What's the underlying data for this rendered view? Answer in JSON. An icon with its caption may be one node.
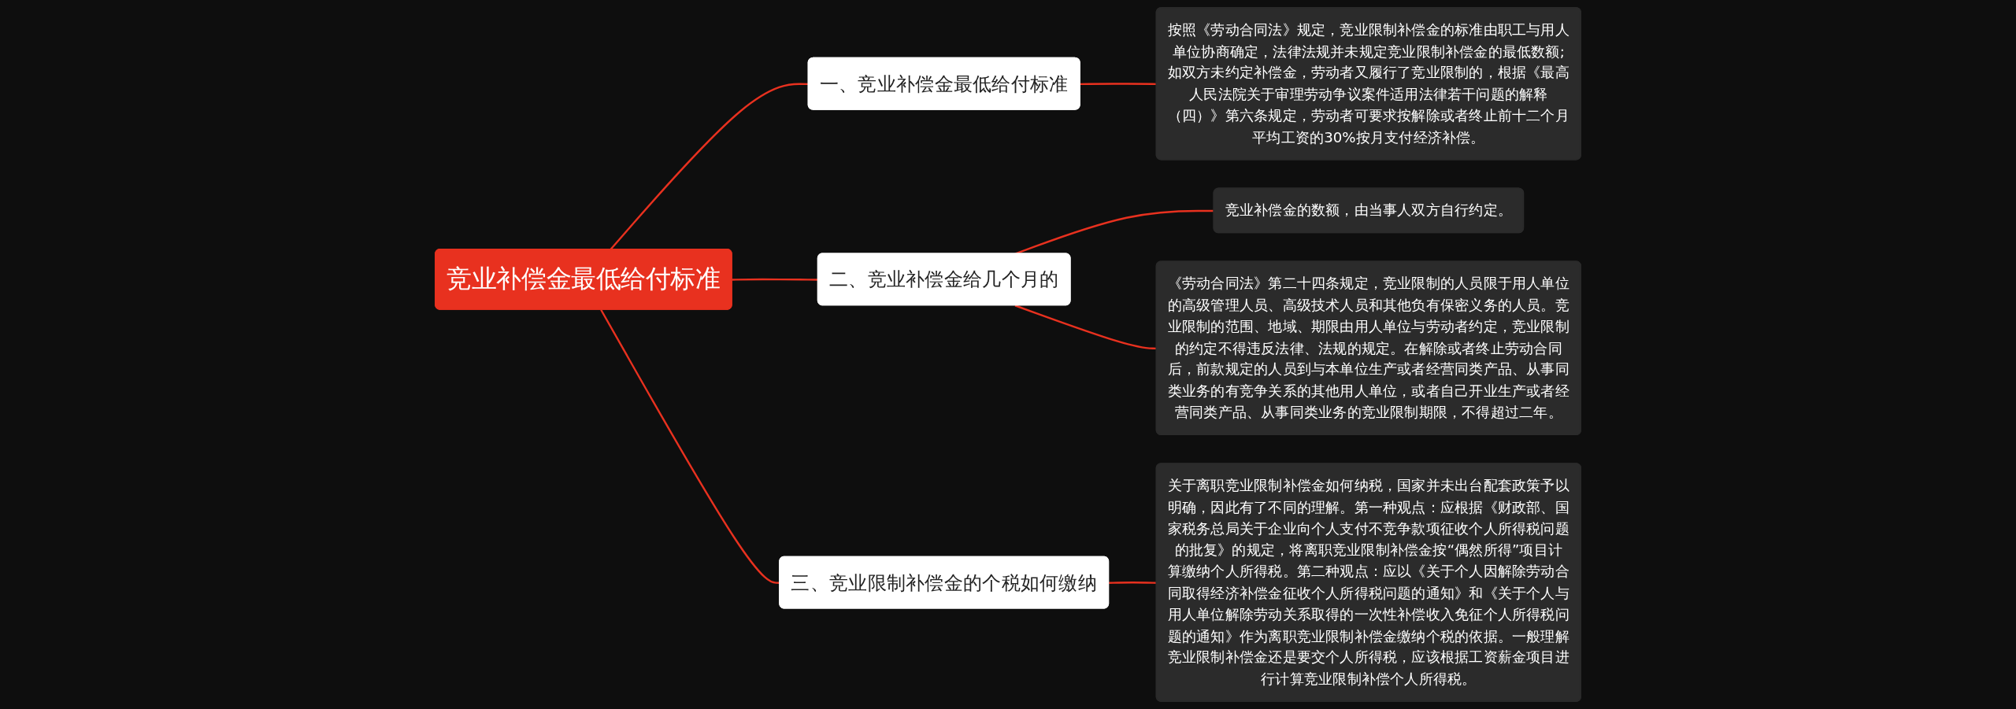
{
  "diagram": {
    "nodes": [
      {
        "text": [
          "竞业补偿金最低给付标准"
        ]
      },
      {
        "text": [
          "一、竞业补偿金最低给付标准"
        ]
      },
      {
        "text": [
          "按照《劳动合同法》规定，竞业限制补偿金的标准由职工与用人单位协商确定，法律法规并未规定竞业限制补偿金的最低数额;如双方未约定补偿金，劳动者又履行了竞业限制的，根据《最高人民法院关于审理劳动争议案件适用法律若干问题的解释（四）》第六条规定，劳动者可要求按解除或者终止前十二个月平均工资的30%按月支付经济补偿。"
        ]
      },
      {
        "text": [
          "二、竞业补偿金给几个月的"
        ]
      },
      {
        "text": [
          "竞业补偿金的数额，由当事人双方自行约定。"
        ]
      },
      {
        "text": [
          "《劳动合同法》第二十四条规定，竞业限制的人员限于用人单位的高级管理人员、高级技术人员和其他负有保密义务的人员。竞业限制的范围、地域、期限由用人单位与劳动者约定，竞业限制的约定不得违反法律、法规的规定。在解除或者终止劳动合同后，前款规定的人员到与本单位生产或者经营同类产品、从事同类业务的有竞争关系的其他用人单位，或者自己开业生产或者经营同类产品、从事同类业务的竞业限制期限，不得超过二年。"
        ]
      },
      {
        "text": [
          "三、竞业限制补偿金的个税如何缴纳"
        ]
      },
      {
        "text": [
          "关于离职竞业限制补偿金如何纳税，国家并未出台配套政策予以明确，因此有了不同的理解。第一种观点：应根据《财政部、国家税务总局关于企业向个人支付不竞争款项征收个人所得税问题的批复》的规定，将离职竞业限制补偿金按“偶然所得”项目计算缴纳个人所得税。第二种观点：应以《关于个人因解除劳动合同取得经济补偿金征收个人所得税问题的通知》和《关于个人与用人单位解除劳动关系取得的一次性补偿收入免征个人所得税问题的通知》作为离职竞业限制补偿金缴纳个税的依据。一般理解竞业限制补偿金还是要交个人所得税，应该根据工资薪金项目进行计算竞业限制补偿个人所得税。"
        ]
      }
    ],
    "edges": [
      {
        "from": 0,
        "to": 1,
        "arrow": "none"
      },
      {
        "from": 1,
        "to": 2,
        "arrow": "none"
      },
      {
        "from": 0,
        "to": 3,
        "arrow": "none"
      },
      {
        "from": 3,
        "to": 4,
        "arrow": "none"
      },
      {
        "from": 3,
        "to": 5,
        "arrow": "none"
      },
      {
        "from": 0,
        "to": 6,
        "arrow": "none"
      },
      {
        "from": 6,
        "to": 7,
        "arrow": "none"
      }
    ]
  }
}
